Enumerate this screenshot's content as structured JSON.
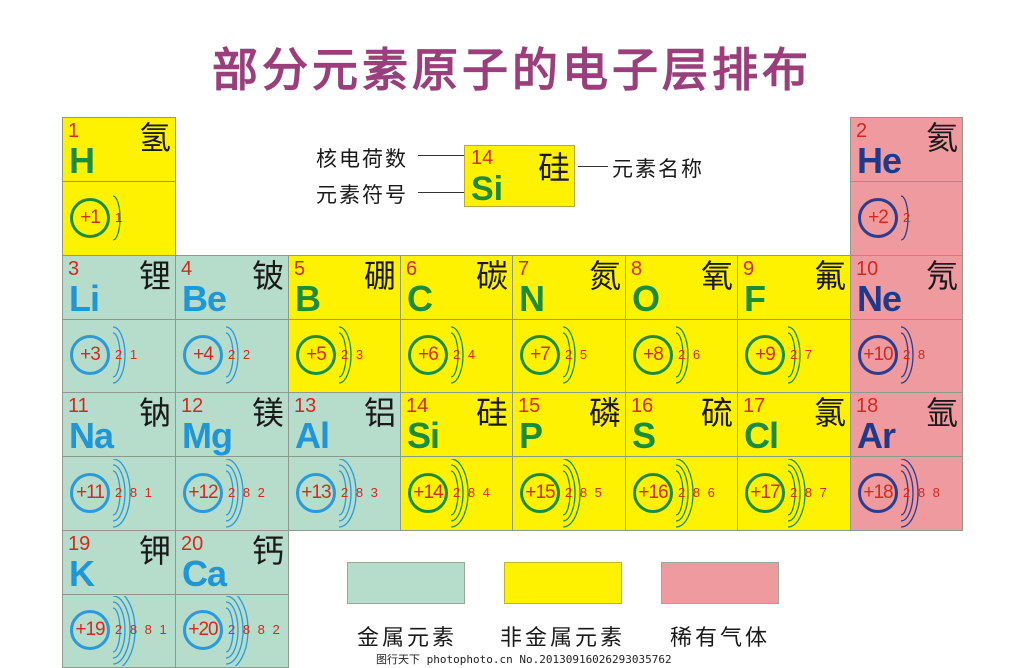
{
  "title": "部分元素原子的电子层排布",
  "key": {
    "labels": {
      "atomic_number": "核电荷数",
      "symbol": "元素符号",
      "name": "元素名称"
    },
    "example": {
      "number": "14",
      "symbol": "Si",
      "name": "硅"
    }
  },
  "elements": [
    {
      "number": "1",
      "symbol": "H",
      "name": "氢",
      "nucleus": "+1",
      "shells": "1",
      "category": "nonmetal",
      "col": 0,
      "row": 0
    },
    {
      "number": "2",
      "symbol": "He",
      "name": "氦",
      "nucleus": "+2",
      "shells": "2",
      "category": "noble",
      "col": 7,
      "row": 0
    },
    {
      "number": "3",
      "symbol": "Li",
      "name": "锂",
      "nucleus": "+3",
      "shells": "2 1",
      "category": "metal",
      "col": 0,
      "row": 1
    },
    {
      "number": "4",
      "symbol": "Be",
      "name": "铍",
      "nucleus": "+4",
      "shells": "2 2",
      "category": "metal",
      "col": 1,
      "row": 1
    },
    {
      "number": "5",
      "symbol": "B",
      "name": "硼",
      "nucleus": "+5",
      "shells": "2 3",
      "category": "nonmetal",
      "col": 2,
      "row": 1
    },
    {
      "number": "6",
      "symbol": "C",
      "name": "碳",
      "nucleus": "+6",
      "shells": "2 4",
      "category": "nonmetal",
      "col": 3,
      "row": 1
    },
    {
      "number": "7",
      "symbol": "N",
      "name": "氮",
      "nucleus": "+7",
      "shells": "2 5",
      "category": "nonmetal",
      "col": 4,
      "row": 1
    },
    {
      "number": "8",
      "symbol": "O",
      "name": "氧",
      "nucleus": "+8",
      "shells": "2 6",
      "category": "nonmetal",
      "col": 5,
      "row": 1
    },
    {
      "number": "9",
      "symbol": "F",
      "name": "氟",
      "nucleus": "+9",
      "shells": "2 7",
      "category": "nonmetal",
      "col": 6,
      "row": 1
    },
    {
      "number": "10",
      "symbol": "Ne",
      "name": "氖",
      "nucleus": "+10",
      "shells": "2 8",
      "category": "noble",
      "col": 7,
      "row": 1
    },
    {
      "number": "11",
      "symbol": "Na",
      "name": "钠",
      "nucleus": "+11",
      "shells": "2 8 1",
      "category": "metal",
      "col": 0,
      "row": 2
    },
    {
      "number": "12",
      "symbol": "Mg",
      "name": "镁",
      "nucleus": "+12",
      "shells": "2 8 2",
      "category": "metal",
      "col": 1,
      "row": 2
    },
    {
      "number": "13",
      "symbol": "Al",
      "name": "铝",
      "nucleus": "+13",
      "shells": "2 8 3",
      "category": "metal",
      "col": 2,
      "row": 2
    },
    {
      "number": "14",
      "symbol": "Si",
      "name": "硅",
      "nucleus": "+14",
      "shells": "2 8 4",
      "category": "nonmetal",
      "col": 3,
      "row": 2
    },
    {
      "number": "15",
      "symbol": "P",
      "name": "磷",
      "nucleus": "+15",
      "shells": "2 8 5",
      "category": "nonmetal",
      "col": 4,
      "row": 2
    },
    {
      "number": "16",
      "symbol": "S",
      "name": "硫",
      "nucleus": "+16",
      "shells": "2 8 6",
      "category": "nonmetal",
      "col": 5,
      "row": 2
    },
    {
      "number": "17",
      "symbol": "Cl",
      "name": "氯",
      "nucleus": "+17",
      "shells": "2 8 7",
      "category": "nonmetal",
      "col": 6,
      "row": 2
    },
    {
      "number": "18",
      "symbol": "Ar",
      "name": "氩",
      "nucleus": "+18",
      "shells": "2 8 8",
      "category": "noble",
      "col": 7,
      "row": 2
    },
    {
      "number": "19",
      "symbol": "K",
      "name": "钾",
      "nucleus": "+19",
      "shells": "2 8 8 1",
      "category": "metal",
      "col": 0,
      "row": 3
    },
    {
      "number": "20",
      "symbol": "Ca",
      "name": "钙",
      "nucleus": "+20",
      "shells": "2 8 8 2",
      "category": "metal",
      "col": 1,
      "row": 3
    }
  ],
  "legend": [
    {
      "label": "金属元素",
      "color": "#b6dccb"
    },
    {
      "label": "非金属元素",
      "color": "#fff200"
    },
    {
      "label": "稀有气体",
      "color": "#ee9a9f"
    }
  ],
  "watermark": "图行天下 photophoto.cn  No.20130916026293035762"
}
